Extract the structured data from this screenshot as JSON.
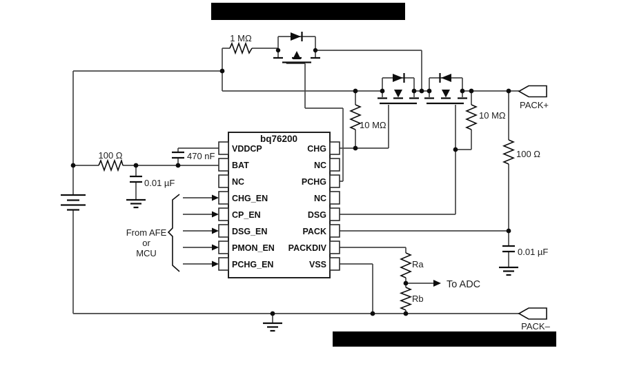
{
  "figure": {
    "chip": {
      "title": "bq76200",
      "left_pins": [
        "VDDCP",
        "BAT",
        "NC",
        "CHG_EN",
        "CP_EN",
        "DSG_EN",
        "PMON_EN",
        "PCHG_EN"
      ],
      "right_pins": [
        "CHG",
        "NC",
        "PCHG",
        "NC",
        "DSG",
        "PACK",
        "PACKDIV",
        "VSS"
      ]
    },
    "components": {
      "r_precharge": "1 MΩ",
      "r_bat_filter": "100 Ω",
      "c_vddcp": "470 nF",
      "c_bat": "0.01 µF",
      "r_chg_gate": "10 MΩ",
      "r_dsg_gate": "10 MΩ",
      "r_pack_filter": "100 Ω",
      "c_pack": "0.01 µF",
      "r_div_top": "Ra",
      "r_div_bottom": "Rb"
    },
    "annotations": {
      "to_adc": "To ADC",
      "source_line1": "From AFE",
      "source_line2": "or",
      "source_line3": "MCU"
    },
    "terminals": {
      "pack_plus": "PACK+",
      "pack_minus": "PACK–"
    },
    "colors": {
      "wire": "#474747",
      "symbol": "#0d0d0d",
      "text": "#1c1c1c",
      "redaction": "#000000",
      "background": "#ffffff"
    }
  }
}
